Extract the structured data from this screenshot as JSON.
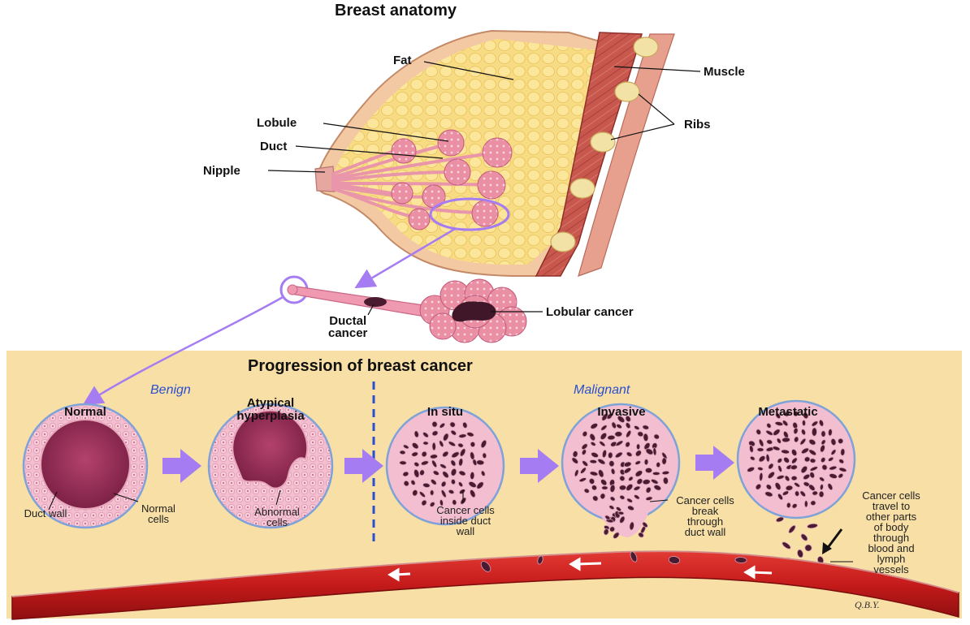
{
  "anatomy": {
    "title": "Breast anatomy",
    "labels": {
      "fat": "Fat",
      "muscle": "Muscle",
      "ribs": "Ribs",
      "lobule": "Lobule",
      "duct": "Duct",
      "nipple": "Nipple",
      "ductal_cancer": "Ductal\ncancer",
      "lobular_cancer": "Lobular cancer"
    }
  },
  "progression": {
    "title": "Progression of breast cancer",
    "benign_label": "Benign",
    "malignant_label": "Malignant",
    "stages": [
      {
        "name": "Normal"
      },
      {
        "name": "Atypical\nhyperplasia"
      },
      {
        "name": "In situ"
      },
      {
        "name": "Invasive"
      },
      {
        "name": "Metastatic"
      }
    ],
    "annotations": {
      "duct_wall": "Duct wall",
      "normal_cells": "Normal\ncells",
      "abnormal_cells": "Abnormal\ncells",
      "cancer_inside": "Cancer cells\ninside duct\nwall",
      "cancer_break": "Cancer cells\nbreak\nthrough\nduct wall",
      "cancer_travel": "Cancer cells\ntravel to\nother parts\nof body\nthrough\nblood and\nlymph\nvessels"
    },
    "signature": "Q.B.Y."
  },
  "colors": {
    "panel_bg": "#f7dfa6",
    "fat": "#f8dc84",
    "muscle": "#c8584e",
    "rib": "#f2e2a6",
    "lobule": "#e7889b",
    "duct_inner": "#8a2a4a",
    "cell_pink": "#f0b6c8",
    "cancer_cell": "#4a1b30",
    "arrow": "#a67cf2",
    "vessel": "#c81e1e",
    "divider": "#2a4fd0"
  }
}
